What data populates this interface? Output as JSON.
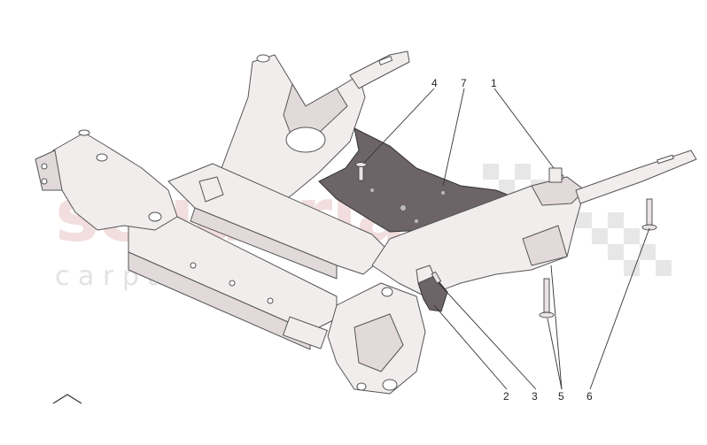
{
  "watermark": {
    "main": "scuderia",
    "sub": "c a r p a r t s"
  },
  "callouts": [
    {
      "id": "c1",
      "label": "1"
    },
    {
      "id": "c2",
      "label": "2"
    },
    {
      "id": "c3",
      "label": "3"
    },
    {
      "id": "c4",
      "label": "4"
    },
    {
      "id": "c5",
      "label": "5"
    },
    {
      "id": "c6",
      "label": "6"
    },
    {
      "id": "c7",
      "label": "7"
    }
  ],
  "icons": {
    "orientation": "chevron-up-icon"
  }
}
